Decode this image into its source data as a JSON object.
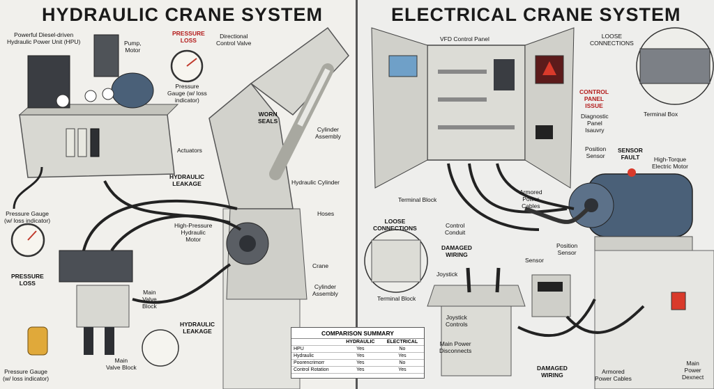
{
  "titles": {
    "left": "HYDRAULIC CRANE SYSTEM",
    "right": "ELECTRICAL CRANE SYSTEM"
  },
  "hydraulic": {
    "hpu": "Powerful Diesel-driven\nHydraulic Power Unit (HPU)",
    "pump_motor": "Pump,\nMotor",
    "pressure_loss_top": "PRESSURE\nLOSS",
    "pressure_gauge_top": "Pressure\nGauge (w/ loss\nindicator)",
    "directional_valve": "Directional\nControl Valve",
    "worn_seals": "WORN\nSEALS",
    "cylinder_assembly_top": "Cylinder\nAssembly",
    "actuators": "Actuators",
    "hydraulic_leakage_top": "HYDRAULIC\nLEAKAGE",
    "hydraulic_cylinder": "Hydraulic Cylinder",
    "hoses": "Hoses",
    "pressure_gauge_left": "Pressure Gauge\n(w/ loss indicator)",
    "hp_motor": "High-Pressure\nHydraulic\nMotor",
    "pressure_loss_left": "PRESSURE\nLOSS",
    "crane": "Crane",
    "cylinder_assembly_bottom": "Cylinder\nAssembly",
    "main_valve_block_a": "Main\nValve\nBlock",
    "hydraulic_leakage_bottom": "HYDRAULIC\nLEAKAGE",
    "main_valve_block_b": "Main\nValve Block",
    "pressure_gauge_bottom": "Pressure Gauge\n(w/ loss indicator)"
  },
  "electrical": {
    "vfd_panel": "VFD Control Panel",
    "loose_connections_top": "LOOSE\nCONNECTIONS",
    "terminal_box": "Terminal Box",
    "control_panel_issue": "CONTROL\nPANEL\nISSUE",
    "diagnostic_panel": "Diagnostic\nPanel\nIsauvry",
    "position_sensor_top": "Position\nSensor",
    "sensor_fault": "SENSOR\nFAULT",
    "ht_motor": "High-Torque\nElectric Motor",
    "terminal_block_top": "Terminal Block",
    "armored_cables_top": "Armored\nPower\nCables",
    "loose_connections_left": "LOOSE\nCONNECTIONS",
    "control_conduit": "Control\nConduit",
    "damaged_wiring_top": "DAMAGED\nWIRING",
    "position_sensor_mid": "Position\nSensor",
    "sensor": "Sensor",
    "joystick": "Joystick",
    "terminal_block_bottom": "Terminal Block",
    "joystick_controls": "Joystick\nControls",
    "main_power_disconnects": "Main Power\nDisconnects",
    "damaged_wiring_bottom": "DAMAGED\nWIRING",
    "armored_cables_bottom": "Armored\nPower Cables",
    "main_power_dexnect": "Main\nPower\nDexnect"
  },
  "summary": {
    "title": "COMPARISON SUMMARY",
    "headers": [
      "",
      "HYDRAULIC",
      "ELECTRICAL"
    ],
    "rows": [
      [
        "HPU",
        "Yes",
        "No"
      ],
      [
        "Hydraulic",
        "Yes",
        "Yes"
      ],
      [
        "Poorencrimorr",
        "Yes",
        "No"
      ],
      [
        "Control Rotation",
        "Yes",
        "Yes"
      ]
    ]
  },
  "colors": {
    "warning": "#b31b1b",
    "metal": "#c9c9c4",
    "dark_metal": "#4a4d52",
    "motor_blue": "#4a6078",
    "gauge_red": "#c0392b"
  }
}
